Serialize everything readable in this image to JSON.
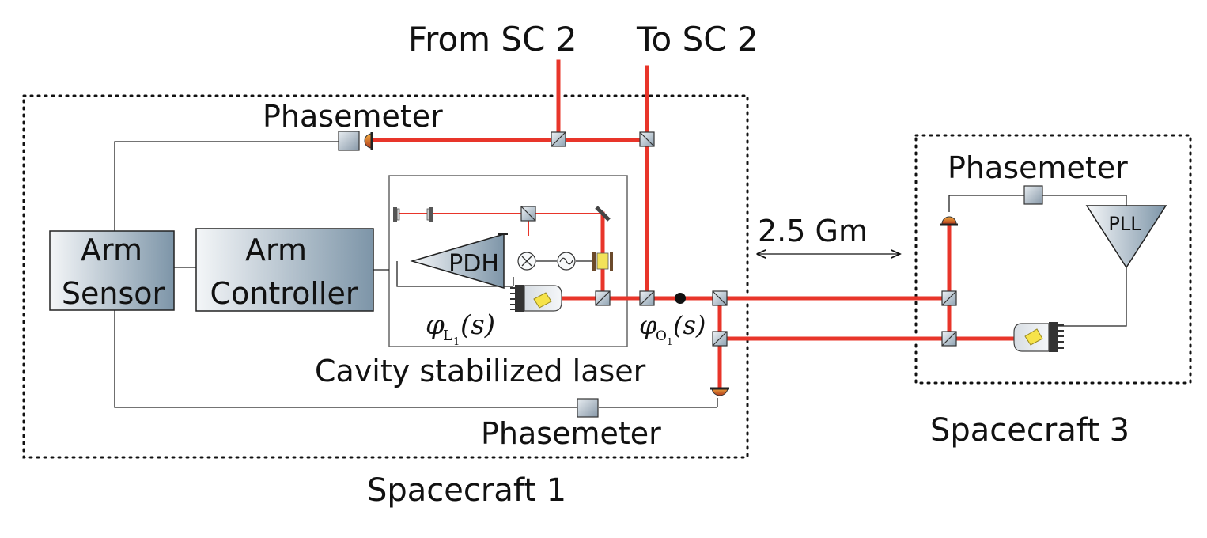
{
  "labels": {
    "from_sc2": "From SC 2",
    "to_sc2": "To SC 2",
    "phasemeter_top": "Phasemeter",
    "phasemeter_bottom": "Phasemeter",
    "phasemeter_sc3": "Phasemeter",
    "arm_sensor_line1": "Arm",
    "arm_sensor_line2": "Sensor",
    "arm_controller_line1": "Arm",
    "arm_controller_line2": "Controller",
    "pdh": "PDH",
    "pll": "PLL",
    "phi_l1_sym": "φ",
    "phi_l1_sub": "L",
    "phi_l1_subsub": "1",
    "phi_l1_arg": "(s)",
    "phi_o1_sym": "φ",
    "phi_o1_sub": "O",
    "phi_o1_subsub": "1",
    "phi_o1_arg": "(s)",
    "cavity_laser": "Cavity stabilized laser",
    "distance": "2.5 Gm",
    "spacecraft1": "Spacecraft 1",
    "spacecraft3": "Spacecraft 3"
  },
  "colors": {
    "beam": "#e8352a",
    "wire": "#222222",
    "block_light": "#f4f6f8",
    "block_dark": "#7d95a8"
  },
  "icons": {
    "beam_splitter": "beam-splitter-cube-icon",
    "photodetector": "photodetector-icon",
    "laser": "laser-source-icon",
    "mixer": "mixer-icon",
    "oscillator": "oscillator-icon",
    "mirror": "mirror-icon"
  }
}
